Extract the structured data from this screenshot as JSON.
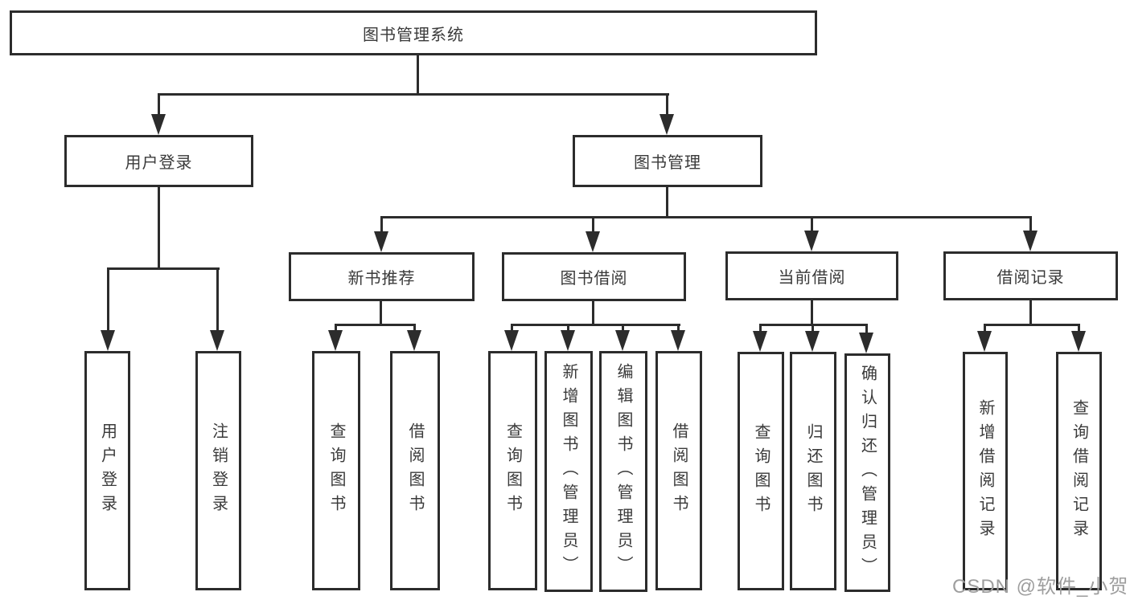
{
  "diagram": {
    "root": {
      "label": "图书管理系统"
    },
    "level2": [
      {
        "label": "用户登录"
      },
      {
        "label": "图书管理"
      }
    ],
    "level3": [
      {
        "label": "新书推荐"
      },
      {
        "label": "图书借阅"
      },
      {
        "label": "当前借阅"
      },
      {
        "label": "借阅记录"
      }
    ],
    "leaves": {
      "user_login": [
        {
          "label": "用户登录"
        },
        {
          "label": "注销登录"
        }
      ],
      "new_book": [
        {
          "label": "查询图书"
        },
        {
          "label": "借阅图书"
        }
      ],
      "book_borrow": [
        {
          "label": "查询图书"
        },
        {
          "label": "新增图书（管理员）"
        },
        {
          "label": "编辑图书（管理员）"
        },
        {
          "label": "借阅图书"
        }
      ],
      "current_borrow": [
        {
          "label": "查询图书"
        },
        {
          "label": "归还图书"
        },
        {
          "label": "确认归还（管理员）"
        }
      ],
      "borrow_record": [
        {
          "label": "新增借阅记录"
        },
        {
          "label": "查询借阅记录"
        }
      ]
    },
    "colors": {
      "line": "#2c2c2c",
      "text": "#3a3a3a",
      "box_background": "#ffffff",
      "watermark": "#9e9e9e"
    }
  },
  "watermark": {
    "text": "CSDN @软件_小贺同学"
  }
}
